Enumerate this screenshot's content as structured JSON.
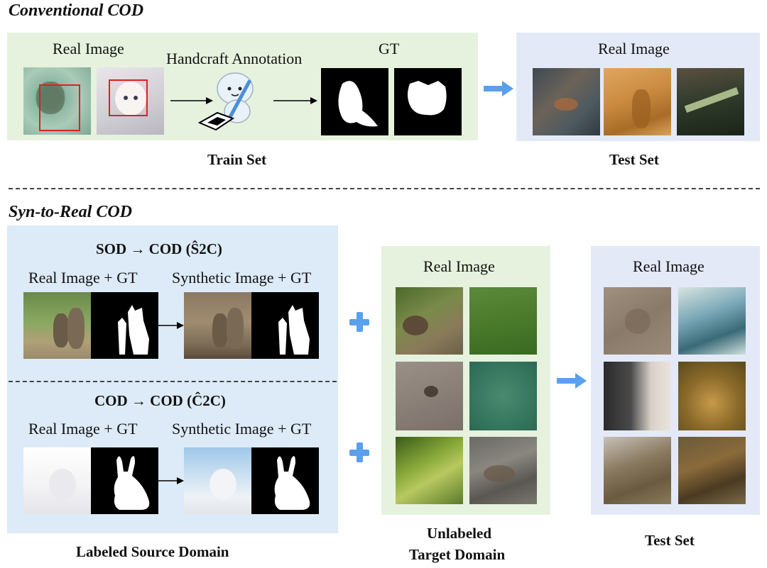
{
  "conventional": {
    "title": "Conventional COD",
    "real_image_label": "Real Image",
    "annotation_label": "Handcraft Annotation",
    "gt_label": "GT",
    "train_set_label": "Train Set",
    "test_real_image_label": "Real Image",
    "test_set_label": "Test Set"
  },
  "syn_to_real": {
    "title": "Syn-to-Real COD",
    "s2c": {
      "title": "SOD → COD (Ŝ2C)",
      "left_label": "Real Image + GT",
      "right_label": "Synthetic Image + GT"
    },
    "c2c": {
      "title": "COD → COD (Ĉ2C)",
      "left_label": "Real Image + GT",
      "right_label": "Synthetic Image + GT"
    },
    "source_label": "Labeled Source Domain",
    "target_real_label": "Real Image",
    "target_label_line1": "Unlabeled",
    "target_label_line2": "Target Domain",
    "test_real_label": "Real Image",
    "test_set_label": "Test Set"
  },
  "colors": {
    "panel_green": "#e6f2de",
    "panel_blue": "#e4e9f8",
    "panel_light_blue": "#ddeaf8",
    "arrow_blue": "#5aa0ec",
    "box_red": "#e02020"
  }
}
